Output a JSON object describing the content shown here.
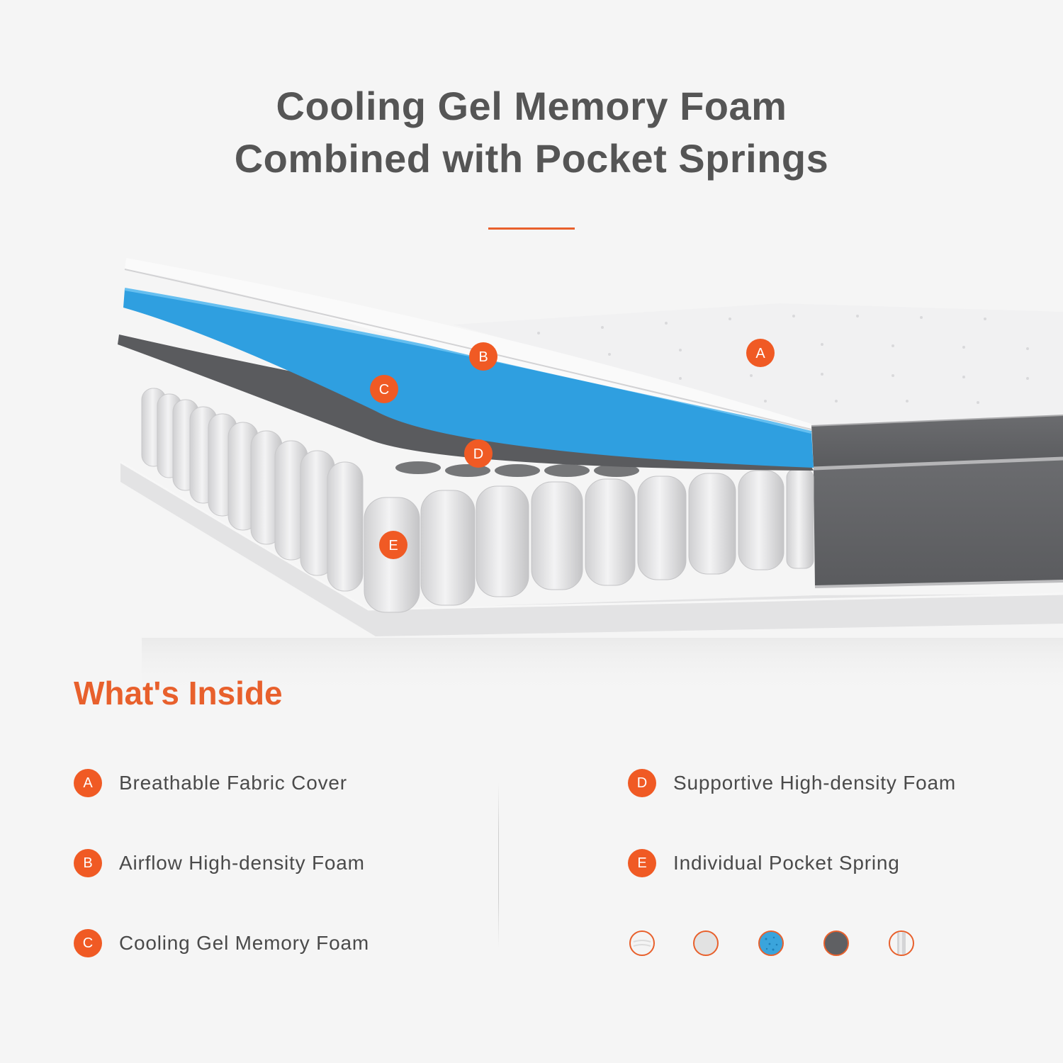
{
  "header": {
    "title_line1": "Cooling Gel Memory Foam",
    "title_line2": "Combined with Pocket Springs"
  },
  "diagram": {
    "markers": [
      "A",
      "B",
      "C",
      "D",
      "E"
    ]
  },
  "section": {
    "title": "What's Inside"
  },
  "legend": [
    {
      "letter": "A",
      "label": "Breathable Fabric Cover"
    },
    {
      "letter": "B",
      "label": "Airflow High-density Foam"
    },
    {
      "letter": "C",
      "label": "Cooling Gel Memory Foam"
    },
    {
      "letter": "D",
      "label": "Supportive High-density Foam"
    },
    {
      "letter": "E",
      "label": "Individual Pocket Spring"
    }
  ],
  "swatches": [
    {
      "name": "fabric-cover",
      "color": "#f4f4f4"
    },
    {
      "name": "airflow-foam",
      "color": "#e2e2e2"
    },
    {
      "name": "gel-foam",
      "color": "#3aa4dc"
    },
    {
      "name": "support-foam",
      "color": "#5f6063"
    },
    {
      "name": "pocket-spring",
      "color": "#d9d9d9"
    }
  ],
  "colors": {
    "accent": "#e8602c",
    "badge": "#f05a24",
    "title": "#555555",
    "text": "#4a4a4a",
    "background": "#f5f5f5"
  }
}
